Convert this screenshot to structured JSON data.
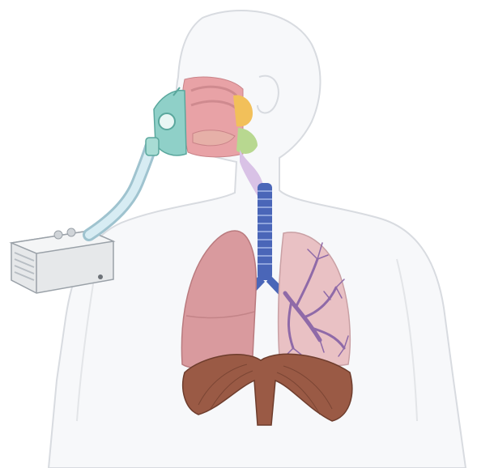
{
  "figure": {
    "labels": [],
    "colors": {
      "body_outline": "#d8dbe0",
      "body_fill": "#f7f8fa",
      "nasal_cavity": "#e8a2a6",
      "pharynx_yellow": "#f2c05a",
      "larynx_green": "#b8d890",
      "airway_blue": "#4a66b8",
      "lung_pink": "#d99a9e",
      "lung_pink_light": "#e9c1c4",
      "bronchi_purple": "#8f6aa8",
      "diaphragm_brown": "#9a5a45",
      "mask_teal": "#8fd0c8",
      "tube": "#c9e3ec",
      "machine_gray": "#e6e8ea"
    },
    "parts": [
      "body-silhouette",
      "cpap-machine",
      "air-tube",
      "face-mask",
      "nasal-cavity",
      "pharynx",
      "larynx",
      "trachea",
      "right-lung",
      "left-lung",
      "bronchial-tree",
      "diaphragm"
    ]
  }
}
